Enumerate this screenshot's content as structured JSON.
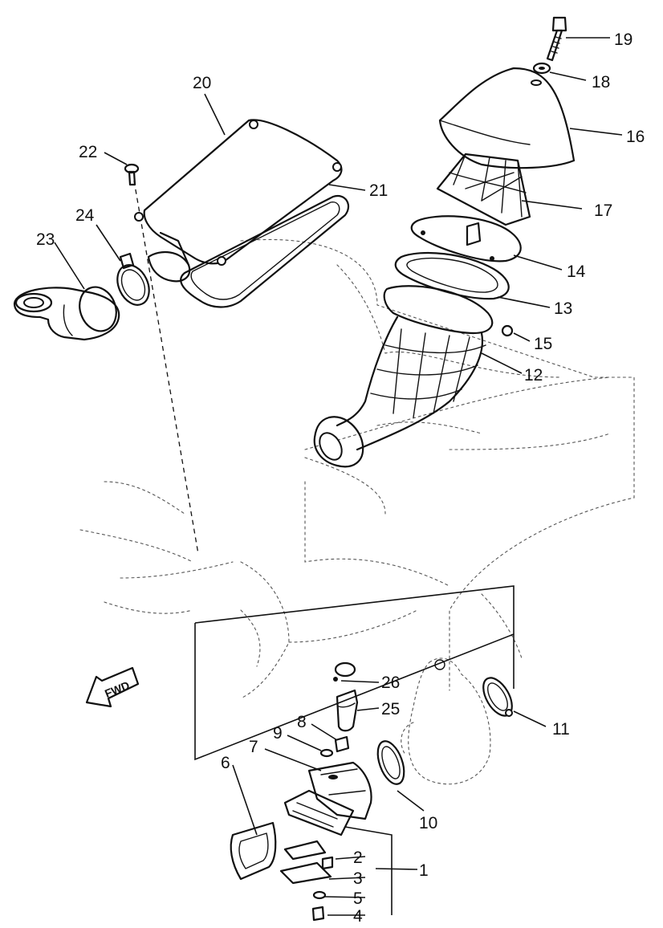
{
  "direction_label": "FWD",
  "part_numbers": {
    "p1": "1",
    "p2": "2",
    "p3": "3",
    "p4": "4",
    "p5": "5",
    "p6": "6",
    "p7": "7",
    "p8": "8",
    "p9": "9",
    "p10": "10",
    "p11": "11",
    "p12": "12",
    "p13": "13",
    "p14": "14",
    "p15": "15",
    "p16": "16",
    "p17": "17",
    "p18": "18",
    "p19": "19",
    "p20": "20",
    "p21": "21",
    "p22": "22",
    "p23": "23",
    "p24": "24",
    "p25": "25",
    "p26": "26"
  }
}
